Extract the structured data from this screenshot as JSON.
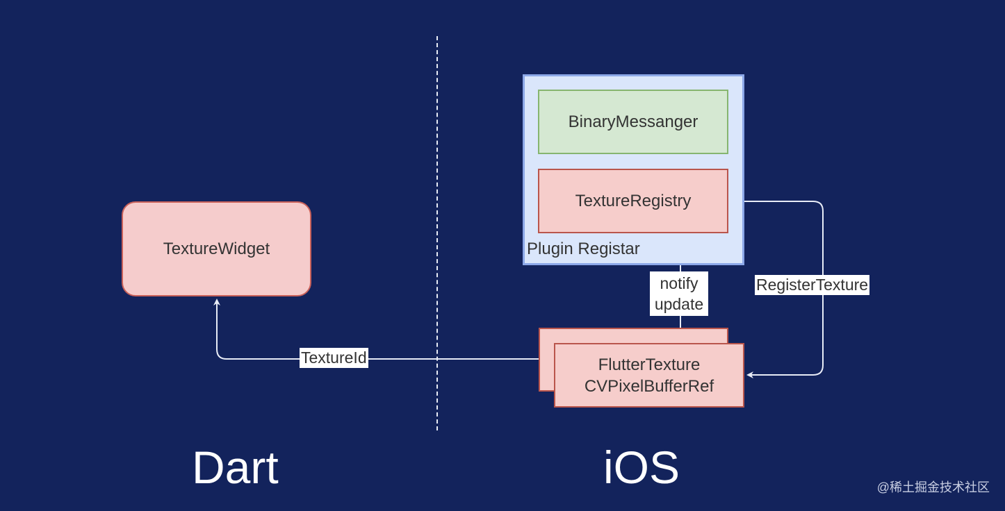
{
  "sections": {
    "dart": "Dart",
    "ios": "iOS"
  },
  "nodes": {
    "texture_widget": "TextureWidget",
    "plugin_registar": "Plugin Registar",
    "binary_messanger": "BinaryMessanger",
    "texture_registry": "TextureRegistry",
    "flutter_texture_line1": "FlutterTexture",
    "flutter_texture_line2": "CVPixelBufferRef"
  },
  "edges": {
    "texture_id": "TextureId",
    "notify_line1": "notify",
    "notify_line2": "update",
    "register_texture": "RegisterTexture"
  },
  "watermark": "@稀土掘金技术社区",
  "colors": {
    "background": "#13235c",
    "pink_fill": "#f6cdcb",
    "green_fill": "#d5e8d2",
    "blue_fill": "#dae6fb",
    "connector": "#e8ecf6"
  }
}
